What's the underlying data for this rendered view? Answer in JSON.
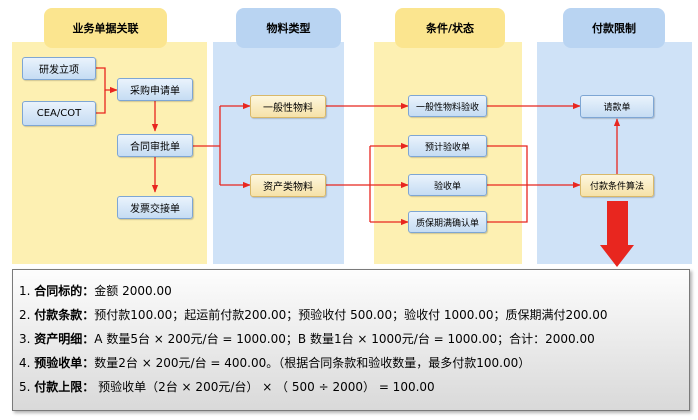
{
  "columns": [
    {
      "title": "业务单据关联"
    },
    {
      "title": "物料类型"
    },
    {
      "title": "条件/状态"
    },
    {
      "title": "付款限制"
    }
  ],
  "nodes": {
    "rd_project": "研发立项",
    "cea_cot": "CEA/COT",
    "purchase_request": "采购申请单",
    "contract_approval": "合同审批单",
    "invoice_handover": "发票交接单",
    "general_material": "一般性物料",
    "asset_material": "资产类物料",
    "general_acceptance": "一般性物料验收",
    "expected_acceptance": "预计验收单",
    "acceptance": "验收单",
    "warranty_confirm": "质保期满确认单",
    "payment_request": "请款单",
    "payment_algorithm": "付款条件算法"
  },
  "notes": [
    {
      "num": "1.",
      "label": "合同标的：",
      "text": "金额 2000.00"
    },
    {
      "num": "2.",
      "label": "付款条款：",
      "text": "预付款100.00；起运前付款200.00；预验收付 500.00；验收付 1000.00；质保期满付200.00"
    },
    {
      "num": "3.",
      "label": "资产明细：",
      "text": "A 数量5台 × 200元/台 = 1000.00；B 数量1台 × 1000元/台 = 1000.00；合计：2000.00"
    },
    {
      "num": "4.",
      "label": "预验收单：",
      "text": "数量2台 × 200元/台 = 400.00。（根据合同条款和验收数量，最多付款100.00）"
    },
    {
      "num": "5.",
      "label": "付款上限：",
      "text": " 预验收单（2台 × 200元/台） × （ 500 ÷ 2000） = 100.00"
    }
  ],
  "colors": {
    "arrow_red": "#e8261f",
    "yellow_column": "#fdf0b2",
    "blue_column": "#cfe2f7"
  }
}
